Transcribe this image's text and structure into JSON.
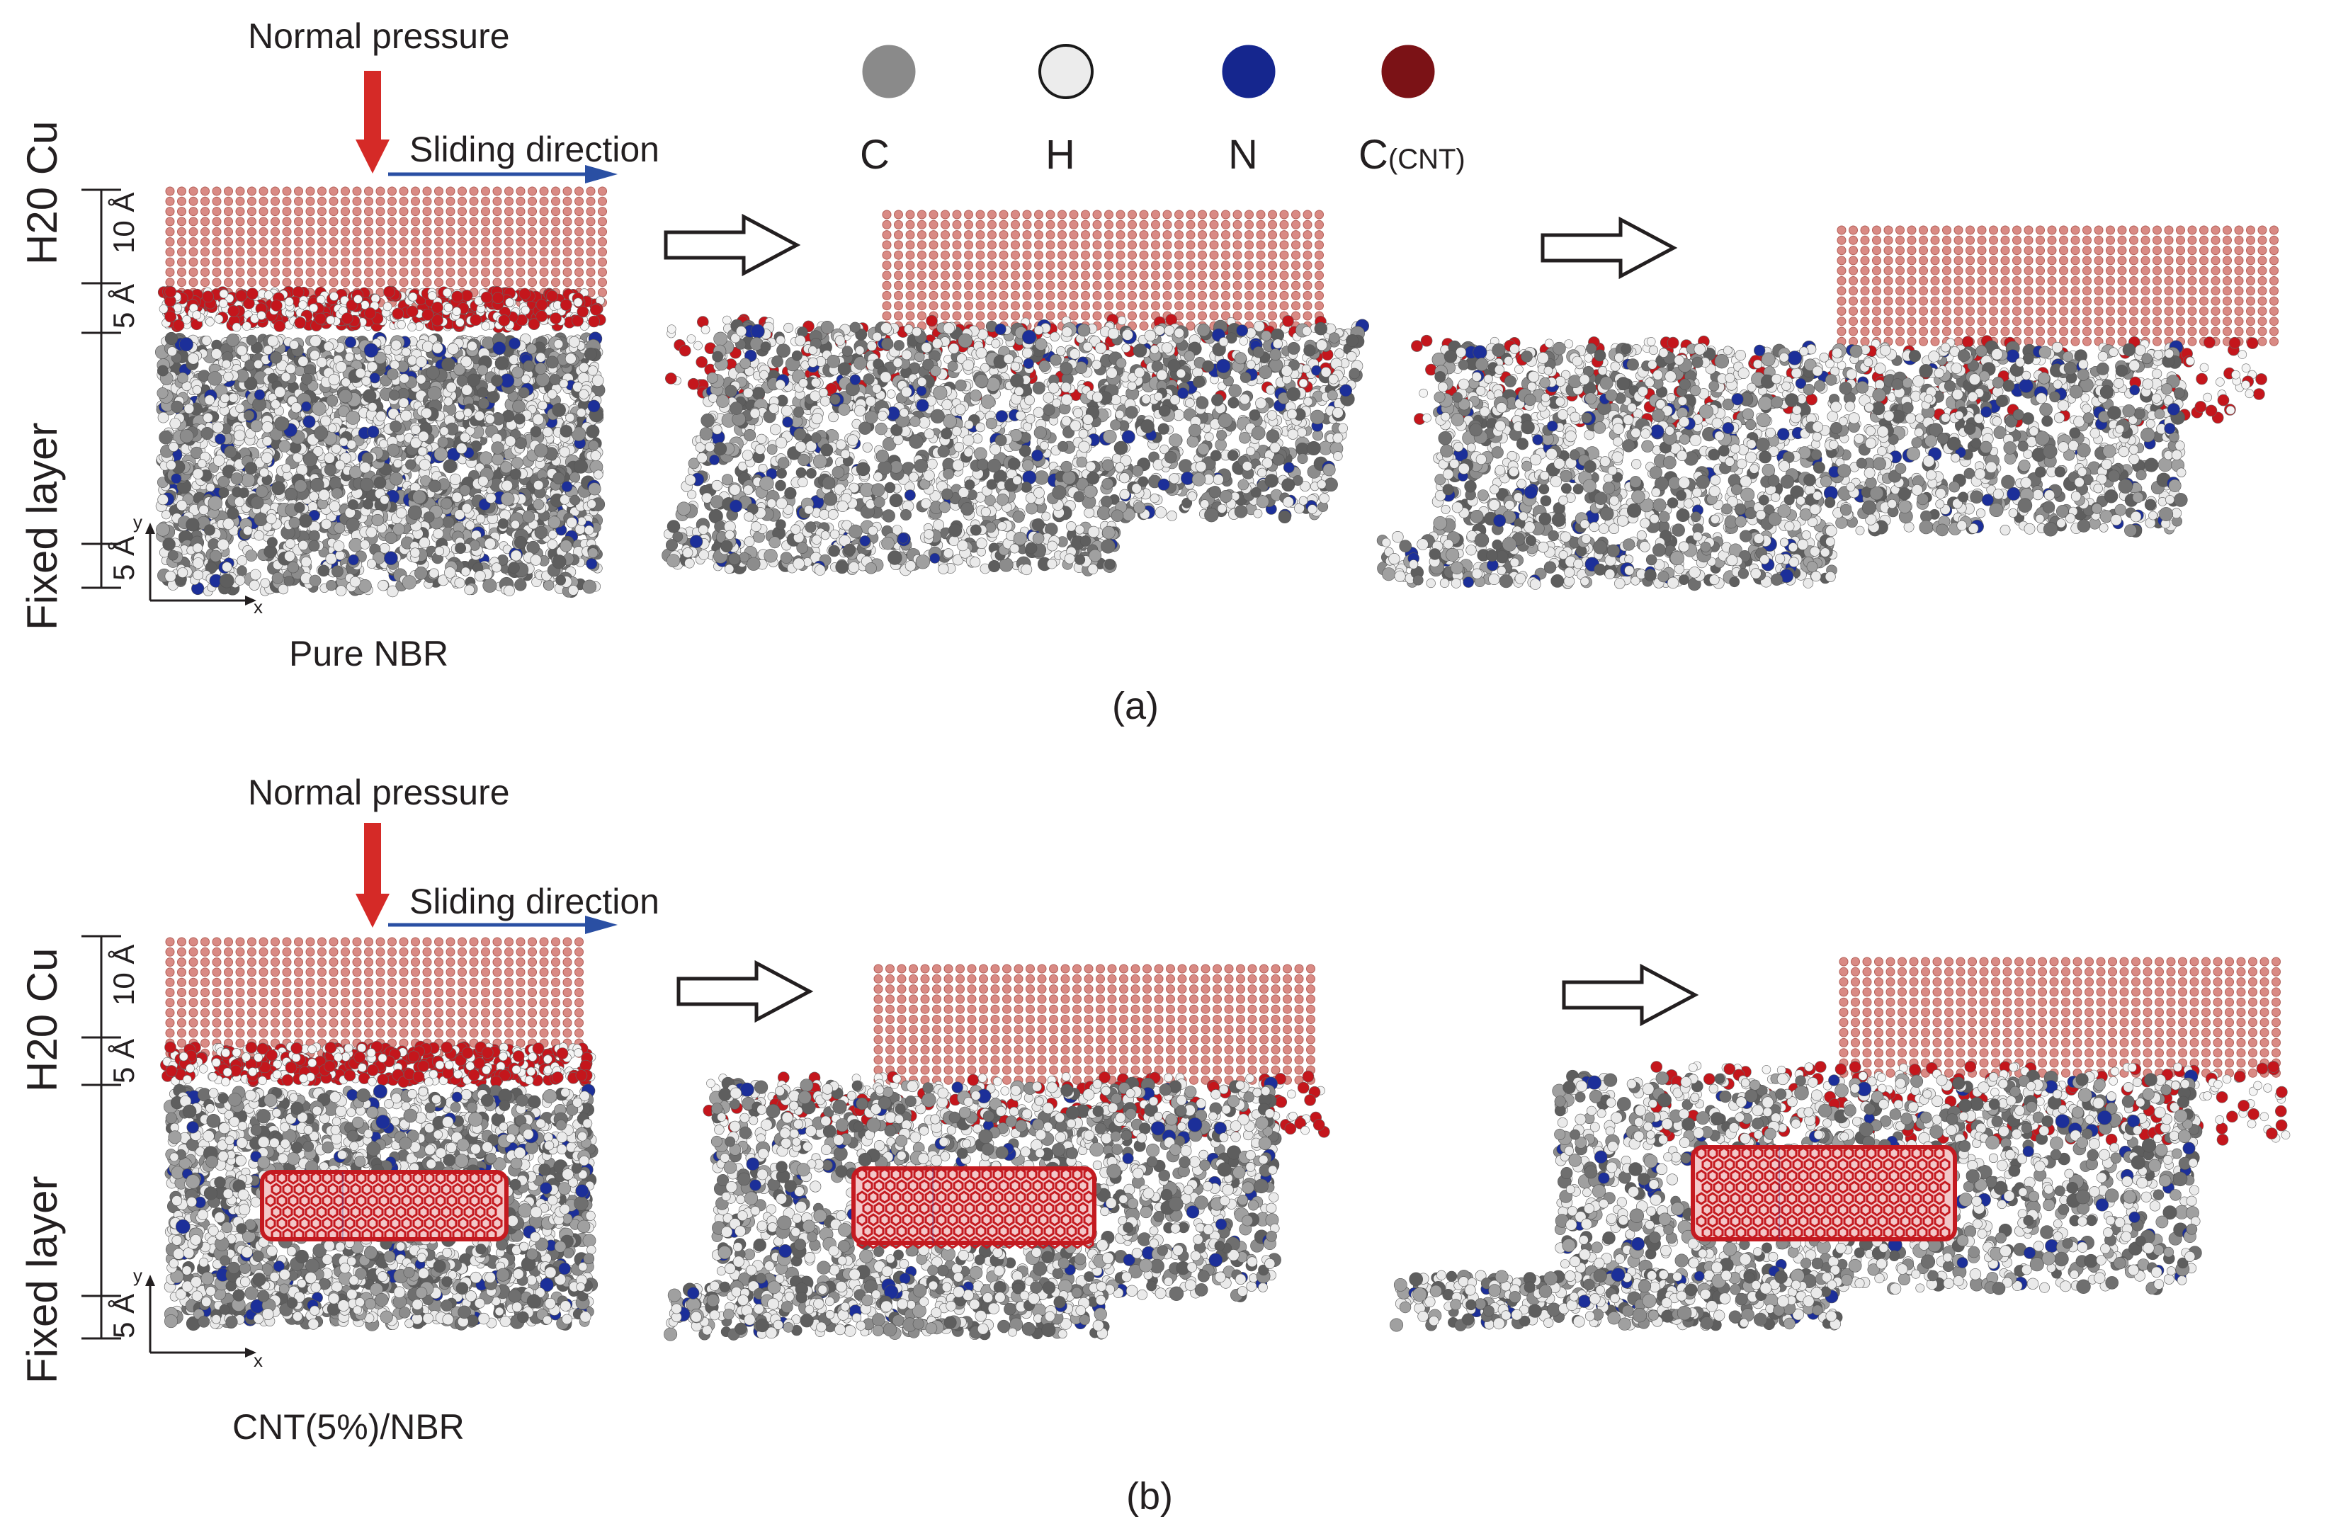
{
  "legend": {
    "items": [
      {
        "symbol": "C",
        "subscript": "",
        "color": "#8a8a8a",
        "stroke": "#8a8a8a"
      },
      {
        "symbol": "H",
        "subscript": "",
        "color": "#ececec",
        "stroke": "#1a1a1a"
      },
      {
        "symbol": "N",
        "subscript": "",
        "color": "#15268e",
        "stroke": "#15268e"
      },
      {
        "symbol": "C",
        "subscript": "(CNT)",
        "color": "#7b1216",
        "stroke": "#7b1216"
      }
    ]
  },
  "panel_a": {
    "normal_pressure": "Normal pressure",
    "sliding_direction": "Sliding direction",
    "cu_label": "Cu",
    "cu_thickness": "10 Å",
    "h2o_label": "H20",
    "h2o_thickness": "5 Å",
    "fixed_label": "Fixed layer",
    "fixed_thickness": "5 Å",
    "axis_x": "x",
    "axis_y": "y",
    "caption": "Pure NBR",
    "tag": "(a)"
  },
  "panel_b": {
    "normal_pressure": "Normal pressure",
    "sliding_direction": "Sliding direction",
    "cu_label": "Cu",
    "cu_thickness": "10 Å",
    "h2o_label": "H20",
    "h2o_thickness": "5 Å",
    "fixed_label": "Fixed layer",
    "fixed_thickness": "5 Å",
    "axis_x": "x",
    "axis_y": "y",
    "caption": "CNT(5%)/NBR",
    "tag": "(b)"
  },
  "colors": {
    "cu_atom": "#d98a84",
    "water_o": "#c4161c",
    "polymer_c": "#7d7d7d",
    "polymer_h": "#eaeaea",
    "polymer_n": "#1c2f99",
    "cnt": "#c41a20",
    "pressure_arrow": "#d52a27",
    "sliding_arrow": "#2a4fa3"
  }
}
